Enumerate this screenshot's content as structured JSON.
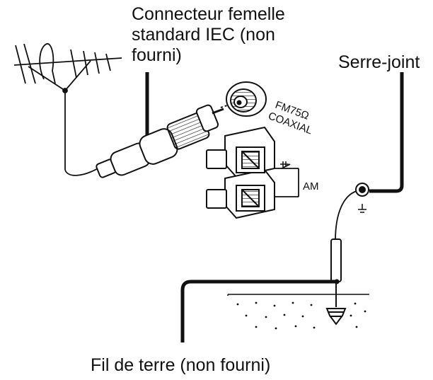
{
  "labels": {
    "connector_line1": "Connecteur femelle",
    "connector_line2": "standard IEC (non",
    "connector_line3": "fourni)",
    "clamp": "Serre-joint",
    "ground_wire": "Fil de terre (non fourni)"
  },
  "terminals": {
    "fm_line1": "FM75Ω",
    "fm_line2": "COAXIAL",
    "am": "AM"
  },
  "colors": {
    "ink": "#111111",
    "fill": "#ffffff",
    "shade": "#bbbbbb"
  }
}
